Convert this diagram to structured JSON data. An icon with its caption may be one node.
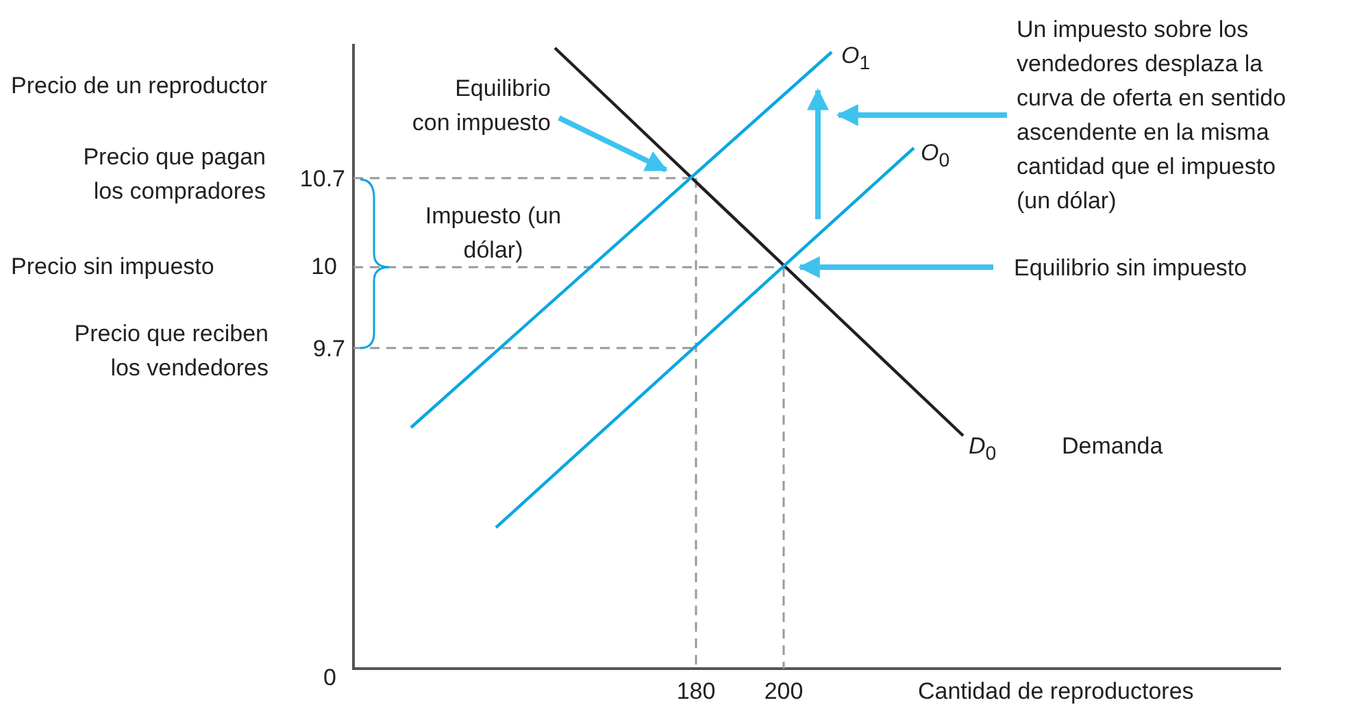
{
  "diagram": {
    "nodes": [
      {
        "text": [
          "Equilibrio con impuesto"
        ]
      },
      {
        "text": [
          "Un impuesto sobre los vendedores desplaza la curva de oferta en sentido ascendente en la misma cantidad que el impuesto (un dólar)"
        ]
      },
      {
        "text": [
          "Equilibrio sin impuesto"
        ]
      }
    ],
    "edges": [
      {
        "from": 0,
        "to": null,
        "arrow": "to"
      },
      {
        "from": 1,
        "to": null,
        "arrow": "to"
      },
      {
        "from": 2,
        "to": null,
        "arrow": "to"
      }
    ],
    "labels": [
      "*O*$_{1}$",
      "Precio de un reproductor",
      "*O*$_{0}$",
      "Precio que pagan los compradores",
      "10.7",
      "Impuesto (un dólar)",
      "Precio sin impuesto",
      "10",
      "Precio que reciben los vendedores",
      "9.7",
      "*D*$_{0}$",
      "Demanda",
      "0",
      "180",
      "200",
      "Cantidad de reproductores"
    ]
  }
}
